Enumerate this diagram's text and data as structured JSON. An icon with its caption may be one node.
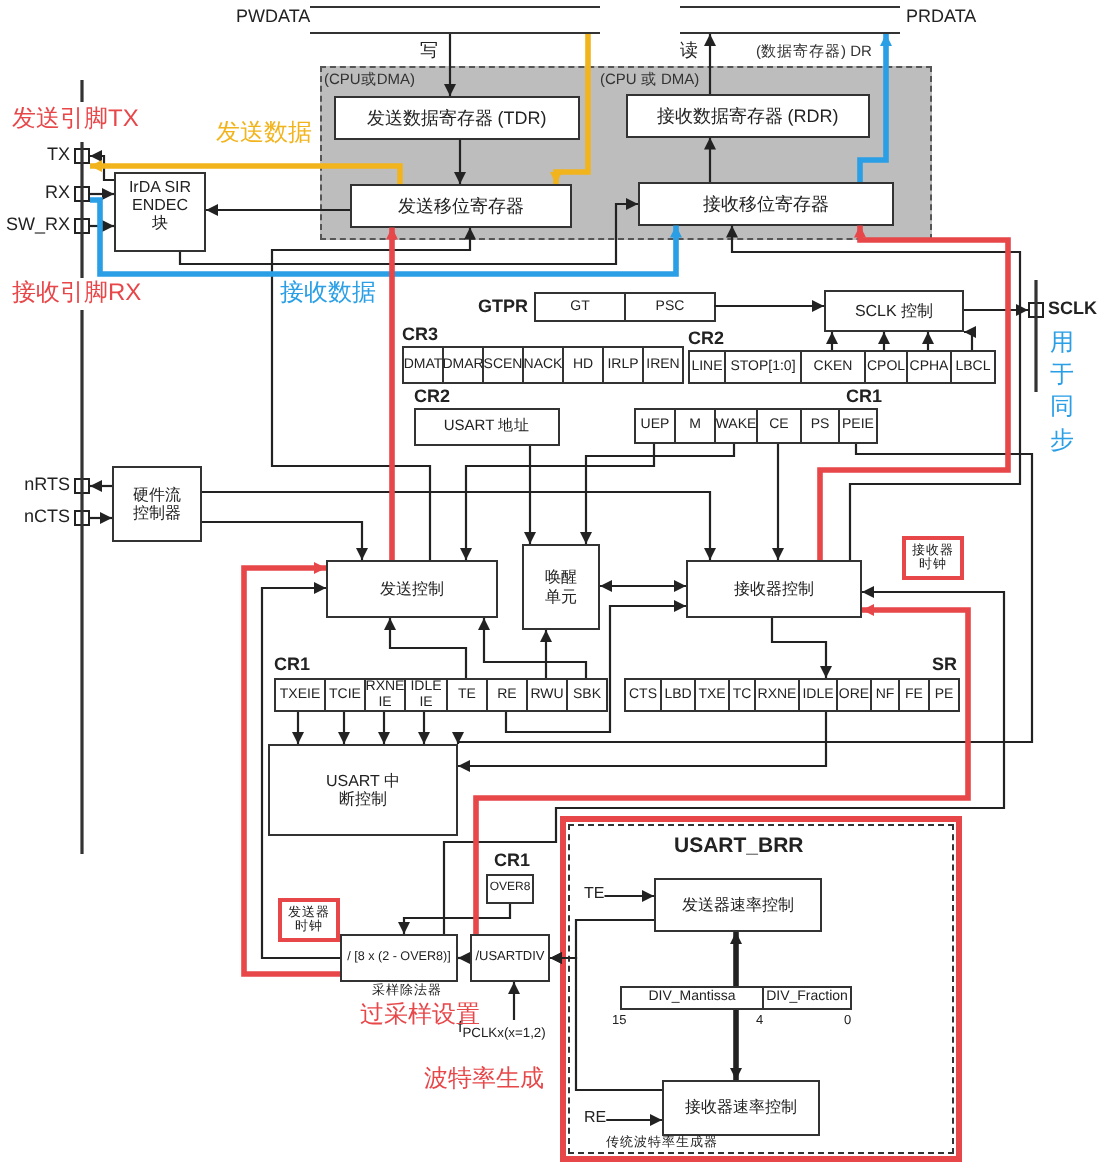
{
  "diagram": {
    "nodes": [
      {
        "text": [],
        "shape": "box"
      },
      {
        "text": [
          "发送数据寄存器 (TDR)"
        ],
        "in": 0
      },
      {
        "text": [
          "接收数据寄存器 (RDR)"
        ],
        "in": 0
      },
      {
        "text": [
          "发送移位寄存器"
        ],
        "in": 0
      },
      {
        "text": [
          "接收移位寄存器"
        ],
        "in": 0
      },
      {
        "text": [
          "IrDA SIR ENDEC 块"
        ]
      },
      {
        "text": [
          "TX"
        ]
      },
      {
        "text": [
          "RX"
        ]
      },
      {
        "text": [
          "SW_RX"
        ]
      },
      {
        "text": [
          "nRTS"
        ]
      },
      {
        "text": [
          "nCTS"
        ]
      },
      {
        "text": [
          "SCLK"
        ]
      },
      {
        "text": [
          "硬件流控制器"
        ]
      },
      {
        "text": [
          "GT",
          "PSC"
        ],
        "beside": [
          "GTPR"
        ]
      },
      {
        "text": [
          "SCLK 控制"
        ]
      },
      {
        "text": [
          "DMAT",
          "DMAR",
          "SCEN",
          "NACK",
          "HD",
          "IRLP",
          "IREN"
        ],
        "beside": [
          "CR3"
        ]
      },
      {
        "text": [
          "LINE",
          "STOP[1:0]",
          "CKEN",
          "CPOL",
          "CPHA",
          "LBCL"
        ],
        "beside": [
          "CR2"
        ]
      },
      {
        "text": [
          "USART 地址"
        ],
        "beside": [
          "CR2"
        ]
      },
      {
        "text": [
          "UEP",
          "M",
          "WAKE",
          "CE",
          "PS",
          "PEIE"
        ],
        "beside": [
          "CR1"
        ]
      },
      {
        "text": [
          "发送控制"
        ]
      },
      {
        "text": [
          "唤醒单元"
        ]
      },
      {
        "text": [
          "接收器控制"
        ]
      },
      {
        "text": [
          "接收器时钟"
        ]
      },
      {
        "text": [
          "TXEIE",
          "TCIE",
          "RXNE IE",
          "IDLE IE",
          "TE",
          "RE",
          "RWU",
          "SBK"
        ],
        "beside": [
          "CR1"
        ]
      },
      {
        "text": [
          "CTS",
          "LBD",
          "TXE",
          "TC",
          "RXNE",
          "IDLE",
          "ORE",
          "NF",
          "FE",
          "PE"
        ],
        "beside": [
          "SR"
        ]
      },
      {
        "text": [
          "USART 中断控制"
        ]
      },
      {
        "text": [
          "发送器时钟"
        ]
      },
      {
        "text": [
          "OVER8"
        ],
        "beside": [
          "CR1"
        ]
      },
      {
        "text": [
          "/ [8 x (2 - OVER8)]"
        ],
        "beside": [
          "采样除法器"
        ]
      },
      {
        "text": [
          "/USARTDIV"
        ]
      },
      {
        "text": [],
        "shape": "box"
      },
      {
        "text": [
          "USART_BRR",
          "传统波特率生成器"
        ],
        "in": 30
      },
      {
        "text": [
          "发送器速率控制"
        ],
        "in": 31
      },
      {
        "text": [
          "DIV_Mantissa",
          "DIV_Fraction"
        ],
        "in": 31,
        "beside": [
          "15",
          "4",
          "0"
        ]
      },
      {
        "text": [
          "接收器速率控制"
        ],
        "in": 31
      },
      {
        "text": [
          "TE"
        ],
        "in": 31
      },
      {
        "text": [
          "RE"
        ],
        "in": 31
      },
      {
        "text": [
          "f$_{PCLKx(x=1,2)}$"
        ]
      },
      {
        "text": [
          "PWDATA"
        ]
      },
      {
        "text": [
          "PRDATA"
        ]
      }
    ],
    "edges": [
      {
        "from": 38,
        "to": 1,
        "arrow": "to",
        "label": "写"
      },
      {
        "from": 2,
        "to": 39,
        "arrow": "to",
        "label": "读"
      },
      {
        "from": 1,
        "to": 3,
        "arrow": "to"
      },
      {
        "from": 4,
        "to": 2,
        "arrow": "to"
      },
      {
        "from": 3,
        "to": 5,
        "arrow": "to"
      },
      {
        "from": 5,
        "to": 6,
        "arrow": "to"
      },
      {
        "from": 7,
        "to": 5,
        "arrow": "to"
      },
      {
        "from": 8,
        "to": 5,
        "arrow": "to"
      },
      {
        "from": 5,
        "to": 4,
        "arrow": "to"
      },
      {
        "from": 19,
        "to": 3,
        "arrow": "to"
      },
      {
        "from": 21,
        "to": 4,
        "arrow": "to"
      },
      {
        "from": 14,
        "to": 11,
        "arrow": "to"
      },
      {
        "from": 13,
        "to": 14,
        "arrow": "to"
      },
      {
        "from": 16,
        "to": 14,
        "arrow": "to"
      },
      {
        "from": 16,
        "to": 14,
        "arrow": "to"
      },
      {
        "from": 16,
        "to": 14,
        "arrow": "to"
      },
      {
        "from": 16,
        "to": 14,
        "arrow": "to"
      },
      {
        "from": 12,
        "to": 9,
        "arrow": "to"
      },
      {
        "from": 10,
        "to": 12,
        "arrow": "to"
      },
      {
        "from": 12,
        "to": 19,
        "arrow": "to"
      },
      {
        "from": 12,
        "to": 21,
        "arrow": "to"
      },
      {
        "from": 18,
        "to": 21,
        "arrow": "to"
      },
      {
        "from": 18,
        "to": 19,
        "arrow": "to"
      },
      {
        "from": 17,
        "to": 20,
        "arrow": "to"
      },
      {
        "from": 18,
        "to": 20,
        "arrow": "to"
      },
      {
        "from": 20,
        "to": 21,
        "arrow": "both"
      },
      {
        "from": 28,
        "to": 21,
        "arrow": "to"
      },
      {
        "from": 23,
        "to": 19,
        "arrow": "to"
      },
      {
        "from": 23,
        "to": 19,
        "arrow": "to"
      },
      {
        "from": 23,
        "to": 20,
        "arrow": "to"
      },
      {
        "from": 23,
        "to": 21,
        "arrow": "to"
      },
      {
        "from": 21,
        "to": 24,
        "arrow": "to"
      },
      {
        "from": 24,
        "to": 25,
        "arrow": "to"
      },
      {
        "from": 18,
        "to": 25,
        "arrow": "to"
      },
      {
        "from": 23,
        "to": 25,
        "arrow": "to"
      },
      {
        "from": 23,
        "to": 25,
        "arrow": "to"
      },
      {
        "from": 23,
        "to": 25,
        "arrow": "to"
      },
      {
        "from": 23,
        "to": 25,
        "arrow": "to"
      },
      {
        "from": 27,
        "to": 28,
        "arrow": "to"
      },
      {
        "from": 29,
        "to": 28,
        "arrow": "to"
      },
      {
        "from": 37,
        "to": 29,
        "arrow": "to"
      },
      {
        "from": 32,
        "to": 29,
        "arrow": "to"
      },
      {
        "from": 34,
        "to": 29,
        "arrow": "to"
      },
      {
        "from": 33,
        "to": 32,
        "arrow": "to",
        "style": "thick"
      },
      {
        "from": 33,
        "to": 34,
        "arrow": "to",
        "style": "thick"
      },
      {
        "from": 35,
        "to": 32,
        "arrow": "to"
      },
      {
        "from": 36,
        "to": 34,
        "arrow": "to"
      },
      {
        "from": 38,
        "to": 3,
        "arrow": "to",
        "style": "thick",
        "color": "#f2b41c"
      },
      {
        "from": 3,
        "to": 6,
        "arrow": "to",
        "style": "thick",
        "color": "#f2b41c"
      },
      {
        "from": 7,
        "to": 4,
        "arrow": "to",
        "style": "thick",
        "color": "#2a9fe6"
      },
      {
        "from": 4,
        "to": 39,
        "arrow": "to",
        "style": "thick",
        "color": "#2a9fe6"
      },
      {
        "from": 28,
        "to": 19,
        "arrow": "to",
        "style": "thick",
        "color": "#e8474a"
      },
      {
        "from": 28,
        "to": 19,
        "arrow": "to"
      },
      {
        "from": 19,
        "to": 3,
        "arrow": "to",
        "style": "thick",
        "color": "#e8474a"
      },
      {
        "from": 29,
        "to": 21,
        "arrow": "to",
        "style": "thick",
        "color": "#e8474a"
      },
      {
        "from": 21,
        "to": 4,
        "arrow": "to",
        "style": "thick",
        "color": "#e8474a"
      }
    ],
    "labels": [
      "(CPU或DMA)",
      "(CPU 或 DMA)",
      "(数据寄存器) DR",
      "发送引脚TX",
      "发送数据",
      "接收引脚RX",
      "接收数据",
      "用于同步",
      "过采样设置",
      "波特率生成"
    ]
  }
}
